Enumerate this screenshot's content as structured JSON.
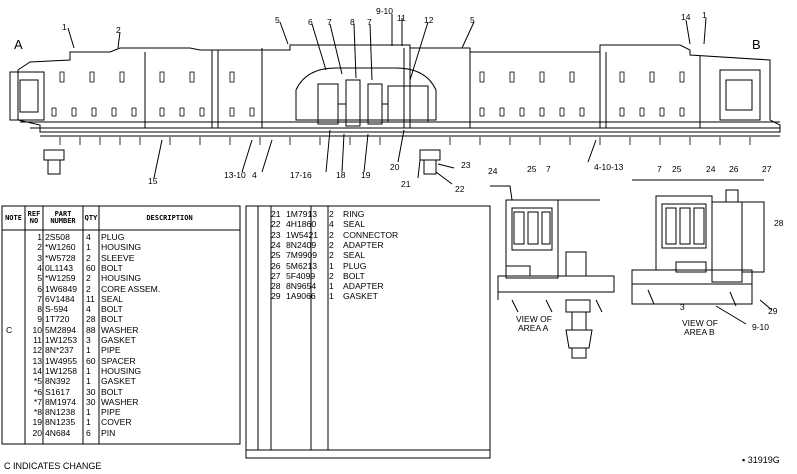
{
  "drawing": {
    "corner_left": "A",
    "corner_right": "B",
    "callouts_top": [
      "1",
      "2",
      "5",
      "6",
      "7",
      "8",
      "7",
      "9-10",
      "11",
      "12",
      "5",
      "14",
      "1"
    ],
    "callouts_bottom": [
      "15",
      "13-10",
      "4",
      "17-16",
      "18",
      "19",
      "20",
      "21",
      "23",
      "22",
      "4-10-13"
    ],
    "view_a_callouts": [
      "24",
      "25",
      "7"
    ],
    "view_b_callouts": [
      "7",
      "25",
      "24",
      "26",
      "27",
      "28",
      "3",
      "29",
      "9-10"
    ],
    "view_a_caption": [
      "VIEW OF",
      "AREA A"
    ],
    "view_b_caption": [
      "VIEW OF",
      "AREA B"
    ]
  },
  "table": {
    "headers": {
      "note": "NOTE",
      "ref": [
        "REF",
        "NO"
      ],
      "part": [
        "PART",
        "NUMBER"
      ],
      "qty": "QTY",
      "desc": "DESCRIPTION"
    },
    "left_rows": [
      {
        "note": "",
        "ref": "1",
        "part": "2S508",
        "qty": "4",
        "desc": "PLUG"
      },
      {
        "note": "",
        "ref": "2",
        "part": "*W1260",
        "qty": "1",
        "desc": "HOUSING"
      },
      {
        "note": "",
        "ref": "3",
        "part": "*W5728",
        "qty": "2",
        "desc": "SLEEVE"
      },
      {
        "note": "",
        "ref": "4",
        "part": "0L1143",
        "qty": "60",
        "desc": "BOLT"
      },
      {
        "note": "",
        "ref": "5",
        "part": "*W1259",
        "qty": "2",
        "desc": "HOUSING"
      },
      {
        "note": "",
        "ref": "6",
        "part": "1W6849",
        "qty": "2",
        "desc": "CORE ASSEM."
      },
      {
        "note": "",
        "ref": "7",
        "part": "6V1484",
        "qty": "11",
        "desc": "SEAL"
      },
      {
        "note": "",
        "ref": "8",
        "part": "S-594",
        "qty": "4",
        "desc": "BOLT"
      },
      {
        "note": "",
        "ref": "9",
        "part": "1T720",
        "qty": "28",
        "desc": "BOLT"
      },
      {
        "note": "C",
        "ref": "10",
        "part": "5M2894",
        "qty": "88",
        "desc": "WASHER"
      },
      {
        "note": "",
        "ref": "11",
        "part": "1W1253",
        "qty": "3",
        "desc": "GASKET"
      },
      {
        "note": "",
        "ref": "12",
        "part": "8N*237",
        "qty": "1",
        "desc": "PIPE"
      },
      {
        "note": "",
        "ref": "13",
        "part": "1W4955",
        "qty": "60",
        "desc": "SPACER"
      },
      {
        "note": "",
        "ref": "14",
        "part": "1W1258",
        "qty": "1",
        "desc": "HOUSING"
      },
      {
        "note": "",
        "ref": "*5",
        "part": "8N392",
        "qty": "1",
        "desc": "GASKET"
      },
      {
        "note": "",
        "ref": "*6",
        "part": "S1617",
        "qty": "30",
        "desc": "BOLT"
      },
      {
        "note": "",
        "ref": "*7",
        "part": "8M1974",
        "qty": "30",
        "desc": "WASHER"
      },
      {
        "note": "",
        "ref": "*8",
        "part": "8N1238",
        "qty": "1",
        "desc": "PIPE"
      },
      {
        "note": "",
        "ref": "19",
        "part": "8N1235",
        "qty": "1",
        "desc": "COVER"
      },
      {
        "note": "",
        "ref": "20",
        "part": "4N684",
        "qty": "6",
        "desc": "PIN"
      }
    ],
    "right_rows": [
      {
        "ref": "21",
        "part": "1M7913",
        "qty": "2",
        "desc": "RING"
      },
      {
        "ref": "22",
        "part": "4H1860",
        "qty": "4",
        "desc": "SEAL"
      },
      {
        "ref": "23",
        "part": "1W5421",
        "qty": "2",
        "desc": "CONNECTOR"
      },
      {
        "ref": "24",
        "part": "8N2409",
        "qty": "2",
        "desc": "ADAPTER"
      },
      {
        "ref": "25",
        "part": "7M9909",
        "qty": "2",
        "desc": "SEAL"
      },
      {
        "ref": "26",
        "part": "5M6213",
        "qty": "1",
        "desc": "PLUG"
      },
      {
        "ref": "27",
        "part": "5F4099",
        "qty": "2",
        "desc": "BOLT"
      },
      {
        "ref": "28",
        "part": "8N9654",
        "qty": "1",
        "desc": "ADAPTER"
      },
      {
        "ref": "29",
        "part": "1A9066",
        "qty": "1",
        "desc": "GASKET"
      }
    ]
  },
  "footer": {
    "left": "C INDICATES CHANGE",
    "right": "▪ 31919G"
  }
}
